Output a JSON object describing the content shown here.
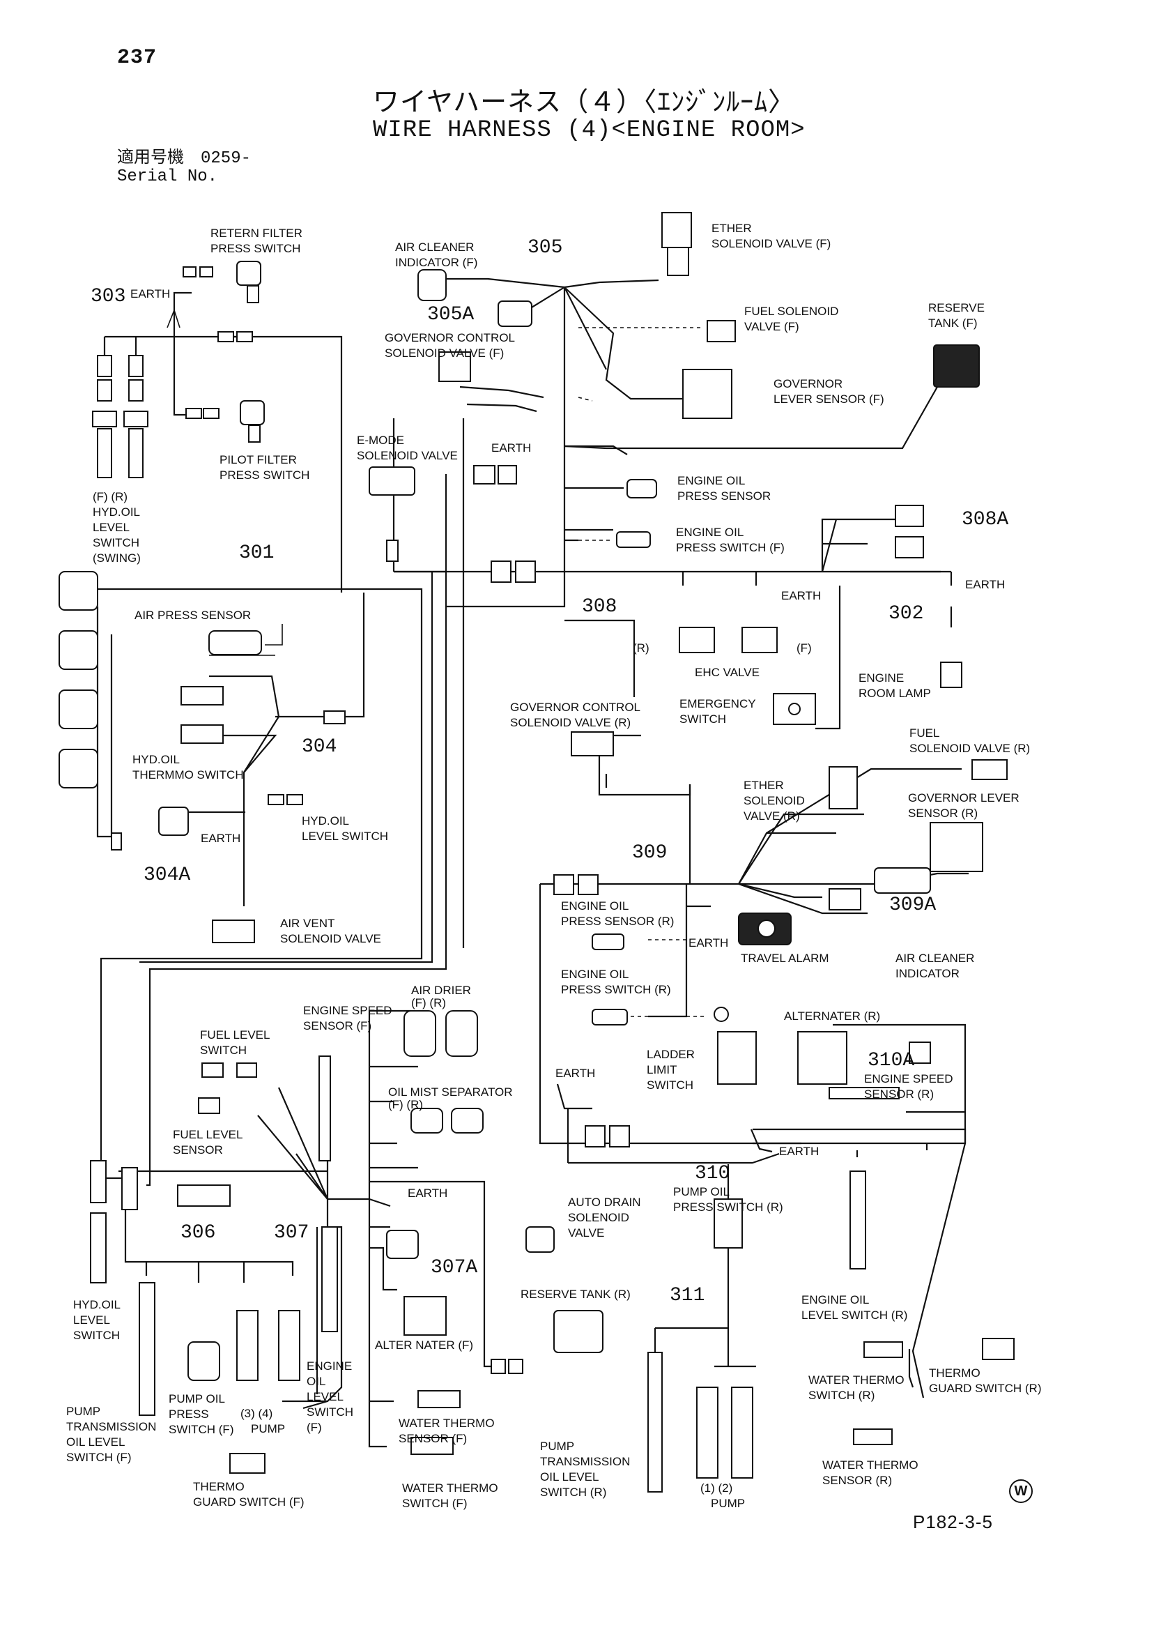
{
  "page": {
    "number": "237",
    "title_jp": "ワイヤハーネス（４）〈ｴﾝｼﾞﾝﾙｰﾑ〉",
    "title_en": "WIRE HARNESS (4)<ENGINE ROOM>",
    "serial_jp": "適用号機　0259-",
    "serial_en": "Serial No.",
    "footer_code": "P182-3-5",
    "watermark": "W"
  },
  "harness_numbers": {
    "h305": "305",
    "h305a": "305A",
    "h303": "303",
    "h301": "301",
    "h304": "304",
    "h304a": "304A",
    "h308": "308",
    "h308a": "308A",
    "h302": "302",
    "h309": "309",
    "h309a": "309A",
    "h310": "310",
    "h310a": "310A",
    "h311": "311",
    "h306": "306",
    "h307": "307",
    "h307a": "307A"
  },
  "labels": {
    "retern_filter": [
      "RETERN FILTER",
      "PRESS SWITCH"
    ],
    "earth_303": "EARTH",
    "hyd_oil_swing": [
      "(F)   (R)",
      "HYD.OIL",
      "LEVEL",
      "SWITCH",
      "(SWING)"
    ],
    "pilot_filter": [
      "PILOT FILTER",
      "PRESS SWITCH"
    ],
    "air_cleaner_f": [
      "AIR CLEANER",
      "INDICATOR (F)"
    ],
    "governor_ctrl_f": [
      "GOVERNOR CONTROL",
      "SOLENOID VALVE (F)"
    ],
    "ether_f": [
      "ETHER",
      "SOLENOID VALVE (F)"
    ],
    "fuel_sol_f": [
      "FUEL SOLENOID",
      "VALVE (F)"
    ],
    "reserve_tank_f": [
      "RESERVE",
      "TANK (F)"
    ],
    "gov_lever_f": [
      "GOVERNOR",
      "LEVER SENSOR (F)"
    ],
    "emode": [
      "E-MODE",
      "SOLENOID VALVE"
    ],
    "earth_305": "EARTH",
    "eng_oil_press_sensor": [
      "ENGINE OIL",
      "PRESS SENSOR"
    ],
    "eng_oil_press_sw_f": [
      "ENGINE OIL",
      "PRESS SWITCH (F)"
    ],
    "earth_302": "EARTH",
    "earth_ehc": "EARTH",
    "ehc_r": "(R)",
    "ehc_f": "(F)",
    "ehc_valve": "EHC VALVE",
    "engine_room_lamp": [
      "ENGINE",
      "ROOM LAMP"
    ],
    "emergency_sw": [
      "EMERGENCY",
      "SWITCH"
    ],
    "air_press_sensor": "AIR PRESS SENSOR",
    "hyd_oil_thermo": [
      "HYD.OIL",
      "THERMMO SWITCH"
    ],
    "earth_304": "EARTH",
    "hyd_oil_level": [
      "HYD.OIL",
      "LEVEL SWITCH"
    ],
    "air_vent": [
      "AIR VENT",
      "SOLENOID VALVE"
    ],
    "governor_ctrl_r": [
      "GOVERNOR CONTROL",
      "SOLENOID VALVE (R)"
    ],
    "fuel_sol_r": [
      "FUEL",
      "SOLENOID VALVE (R)"
    ],
    "ether_r": [
      "ETHER",
      "SOLENOID",
      "VALVE (R)"
    ],
    "gov_lever_r": [
      "GOVERNOR LEVER",
      "SENSOR (R)"
    ],
    "eng_oil_press_sensor_r": [
      "ENGINE OIL",
      "PRESS SENSOR (R)"
    ],
    "earth_309": "EARTH",
    "travel_alarm": "TRAVEL ALARM",
    "air_cleaner_r": [
      "AIR CLEANER",
      "INDICATOR"
    ],
    "eng_oil_press_sw_r": [
      "ENGINE OIL",
      "PRESS SWITCH (R)"
    ],
    "ladder": [
      "LADDER",
      "LIMIT",
      "SWITCH"
    ],
    "alternater_r": "ALTERNATER (R)",
    "eng_speed_r": [
      "ENGINE SPEED",
      "SENSOR (R)"
    ],
    "earth_310a": "EARTH",
    "earth_310": "EARTH",
    "pump_oil_press_r": [
      "PUMP OIL",
      "PRESS SWITCH (R)"
    ],
    "eng_oil_level_r": [
      "ENGINE OIL",
      "LEVEL SWITCH (R)"
    ],
    "water_thermo_sw_r": [
      "WATER THERMO",
      "SWITCH (R)"
    ],
    "thermo_guard_r": [
      "THERMO",
      "GUARD SWITCH (R)"
    ],
    "water_thermo_sensor_r": [
      "WATER THERMO",
      "SENSOR (R)"
    ],
    "air_drier": [
      "AIR DRIER",
      "(F)      (R)"
    ],
    "eng_speed_f": [
      "ENGINE SPEED",
      "SENSOR (F)"
    ],
    "fuel_level_sw": [
      "FUEL LEVEL",
      "SWITCH"
    ],
    "fuel_level_sensor": [
      "FUEL LEVEL",
      "SENSOR"
    ],
    "oil_mist": [
      "OIL MIST SEPARATOR",
      "(F)            (R)"
    ],
    "earth_307": "EARTH",
    "auto_drain": [
      "AUTO DRAIN",
      "SOLENOID",
      "VALVE"
    ],
    "reserve_tank_r": "RESERVE TANK (R)",
    "alter_nater_f": "ALTER NATER (F)",
    "hyd_oil_level_sw": [
      "HYD.OIL",
      "LEVEL",
      "SWITCH"
    ],
    "pump_trans_f": [
      "PUMP",
      "TRANSMISSION",
      "OIL LEVEL",
      "SWITCH (F)"
    ],
    "pump_oil_press_f": [
      "PUMP OIL",
      "PRESS",
      "SWITCH (F)"
    ],
    "pump_34": [
      "(3)      (4)",
      "PUMP"
    ],
    "engine_oil_level_f": [
      "ENGINE",
      "OIL",
      "LEVEL",
      "SWITCH",
      "(F)"
    ],
    "water_thermo_sensor_f": [
      "WATER THERMO",
      "SENSOR (F)"
    ],
    "thermo_guard_f": [
      "THERMO",
      "GUARD SWITCH (F)"
    ],
    "water_thermo_sw_f": [
      "WATER THERMO",
      "SWITCH (F)"
    ],
    "pump_trans_r": [
      "PUMP",
      "TRANSMISSION",
      "OIL LEVEL",
      "SWITCH (R)"
    ],
    "pump_12": [
      "(1)      (2)",
      "PUMP"
    ]
  }
}
